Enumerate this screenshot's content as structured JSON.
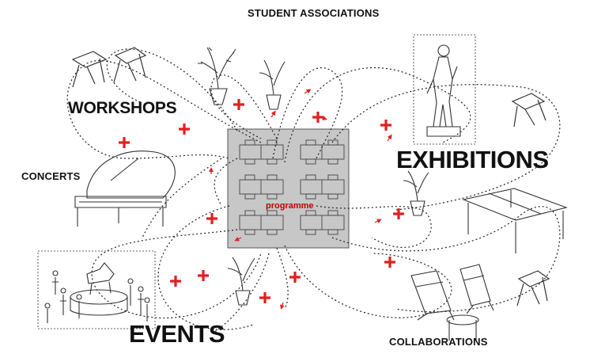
{
  "labels": {
    "student_associations": "STUDENT ASSOCIATIONS",
    "workshops": "WORKSHOPS",
    "concerts": "CONCERTS",
    "exhibitions": "EXHIBITIONS",
    "events": "EVENTS",
    "collaborations": "COLLABORATIONS",
    "programme": "programme"
  },
  "colors": {
    "plus": "#e02020",
    "programme_box": "#c7c7c7",
    "programme_text": "#c00000",
    "dotted_path": "#222222"
  },
  "icons": [
    "plus-icon",
    "table-icon",
    "plant-icon",
    "piano-icon",
    "statue-icon",
    "ping-pong-table-icon",
    "deck-chair-icon",
    "people-group-icon"
  ]
}
